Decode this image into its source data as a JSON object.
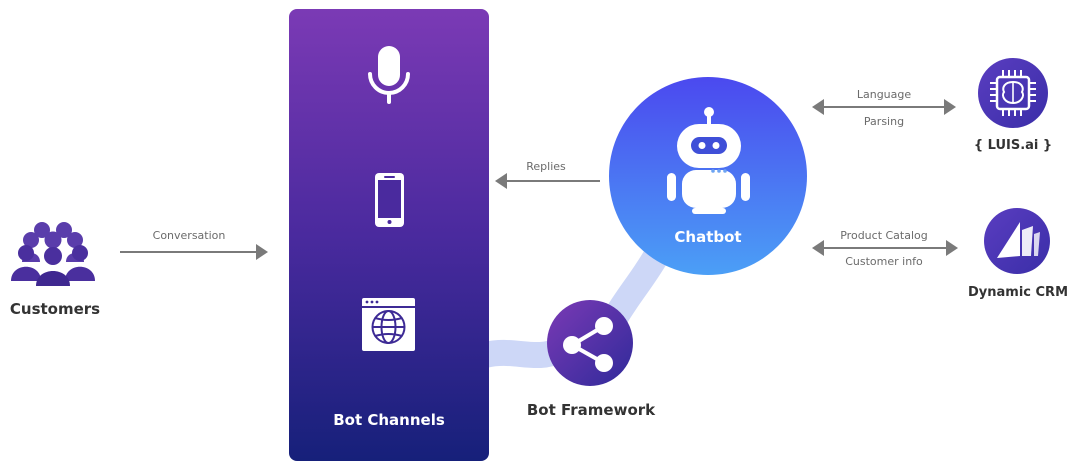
{
  "nodes": {
    "customers": {
      "label": "Customers"
    },
    "bot_channels": {
      "label": "Bot Channels"
    },
    "chatbot": {
      "label": "Chatbot"
    },
    "bot_framework": {
      "label": "Bot Framework"
    },
    "luis": {
      "label": "{ LUIS.ai }"
    },
    "crm": {
      "label": "Dynamic CRM"
    }
  },
  "edges": {
    "conversation": {
      "label": "Conversation"
    },
    "replies": {
      "label": "Replies"
    },
    "language_parsing": {
      "line1": "Language",
      "line2": "Parsing"
    },
    "crm_link": {
      "line1": "Product Catalog",
      "line2": "Customer info"
    }
  },
  "icons": [
    "people-group-icon",
    "microphone-icon",
    "smartphone-icon",
    "browser-globe-icon",
    "robot-icon",
    "share-nodes-icon",
    "brain-chip-icon",
    "dynamics-logo-icon"
  ],
  "colors": {
    "panel_top": "#7b3ab5",
    "panel_bottom": "#16207a",
    "chatbot_top": "#4a4cf0",
    "chatbot_bottom": "#4b9cf5",
    "connector": "#cdd7f7",
    "arrow": "#7a7a7a"
  }
}
